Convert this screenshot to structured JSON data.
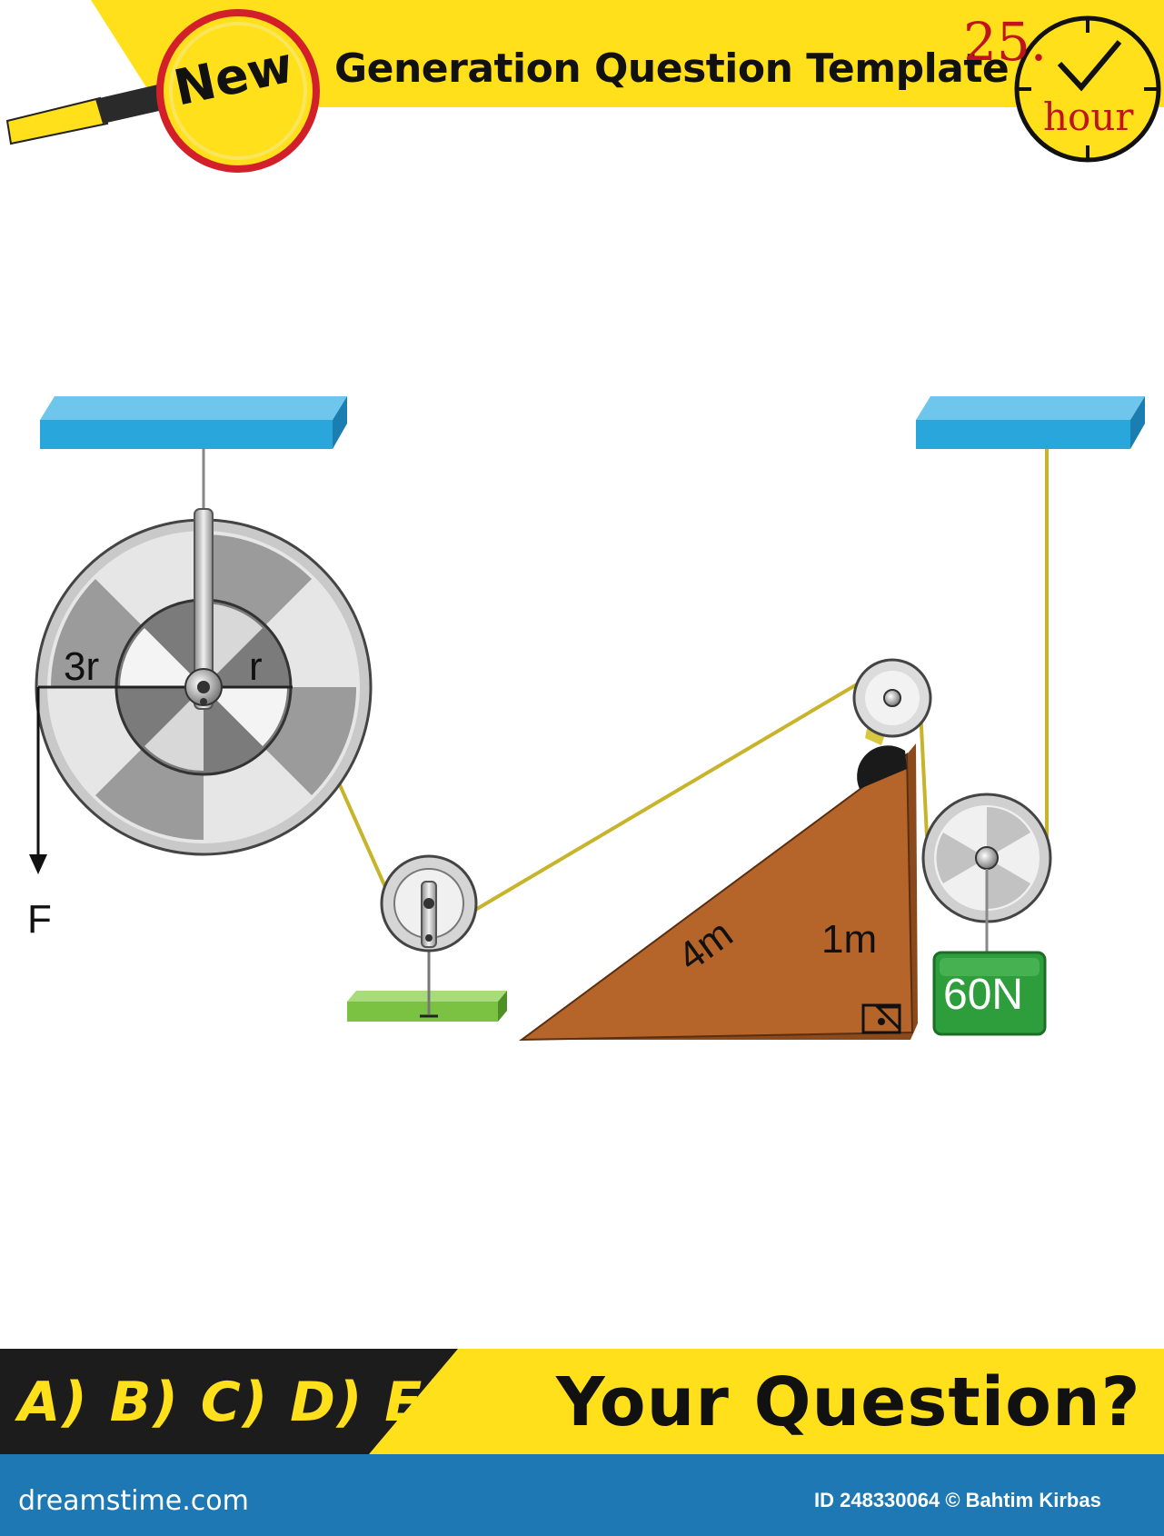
{
  "header": {
    "badge_text": "New",
    "title": "Generation Question Template",
    "clock_number": "25.",
    "clock_unit": "hour"
  },
  "diagram": {
    "label_outer_radius": "3r",
    "label_inner_radius": "r",
    "label_force": "F",
    "label_incline_length": "4m",
    "label_incline_height": "1m",
    "label_weight": "60N"
  },
  "footer": {
    "answer_options": "A) B) C) D) E)",
    "question": "Your Question?",
    "site": "dreamstime.com",
    "credit": "ID 248330064 © Bahtim Kirbas"
  },
  "colors": {
    "header_yellow": "#ffe01a",
    "ceiling_blue": "#29a6dc",
    "incline_brown": "#b5652a",
    "base_green": "#7cc242",
    "weight_green": "#2e9e3c",
    "rope": "#c8b42a",
    "footer_dark": "#1c1c1c",
    "footer_blue": "#1d78b4",
    "clock_red": "#c0141c"
  }
}
